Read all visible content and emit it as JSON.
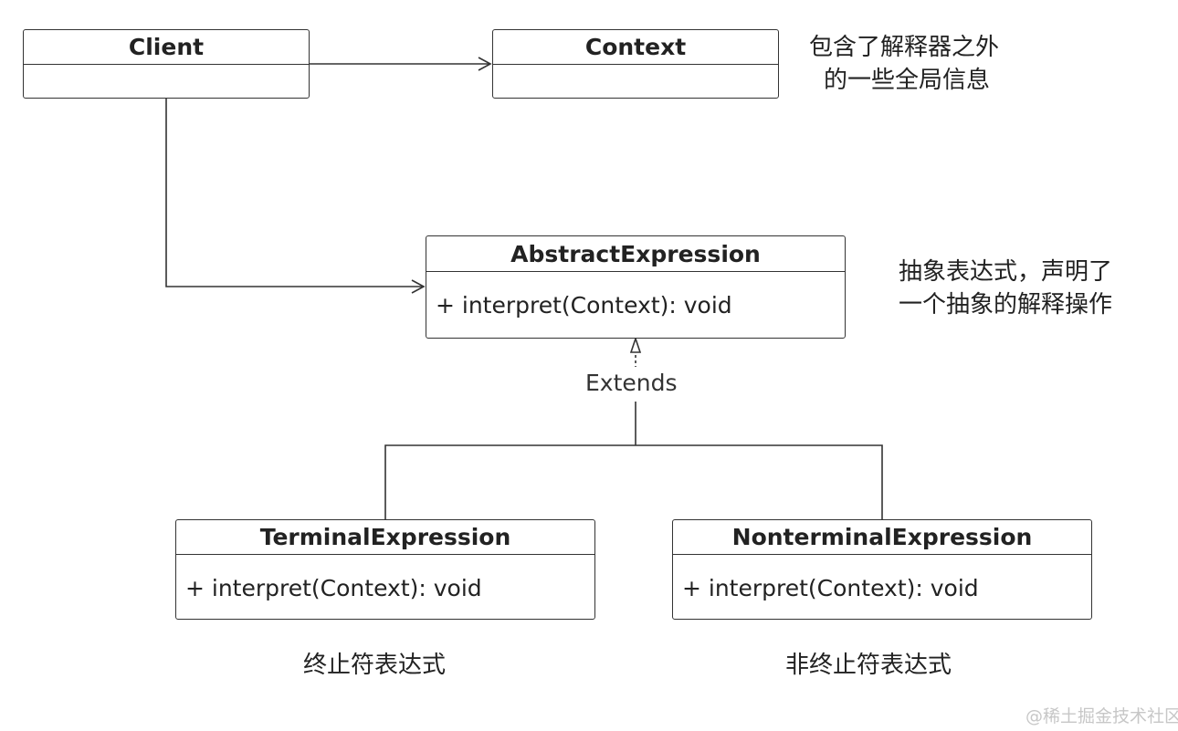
{
  "classes": {
    "client": {
      "name": "Client",
      "members": []
    },
    "context": {
      "name": "Context",
      "members": []
    },
    "abstract_expression": {
      "name": "AbstractExpression",
      "members": [
        "+ interpret(Context): void"
      ]
    },
    "terminal_expression": {
      "name": "TerminalExpression",
      "members": [
        "+ interpret(Context): void"
      ]
    },
    "nonterminal_expression": {
      "name": "NonterminalExpression",
      "members": [
        "+ interpret(Context): void"
      ]
    }
  },
  "notes": {
    "context_note": [
      "包含了解释器之外",
      "的一些全局信息"
    ],
    "abstract_note": [
      "抽象表达式，声明了",
      "一个抽象的解释操作"
    ],
    "terminal_note": "终止符表达式",
    "nonterminal_note": "非终止符表达式"
  },
  "relations": {
    "extends_label": "Extends"
  },
  "watermark": "@稀土掘金技术社区",
  "colors": {
    "line": "#333333",
    "text": "#222222",
    "watermark": "#c7c7c7"
  }
}
